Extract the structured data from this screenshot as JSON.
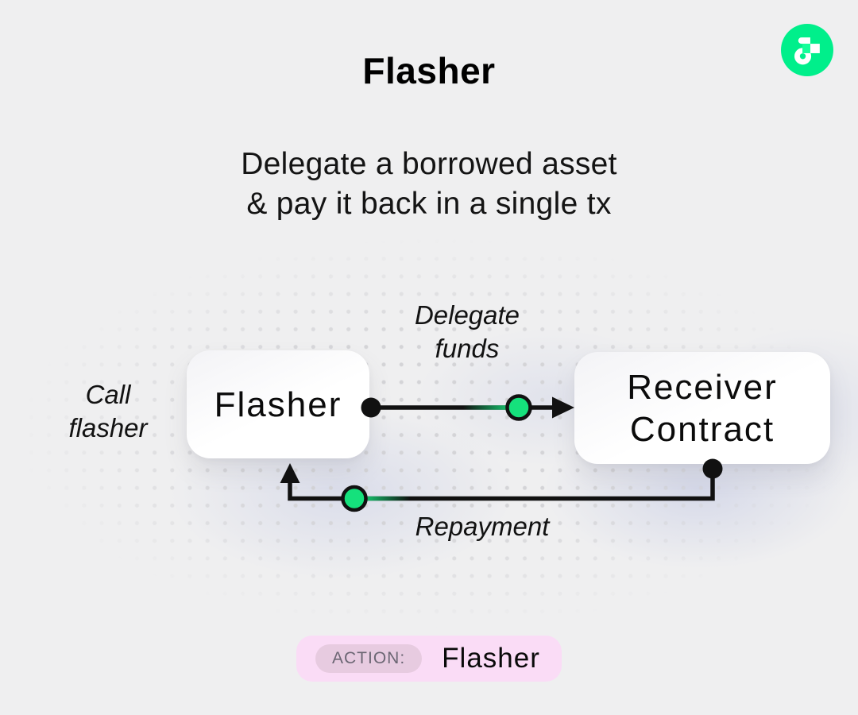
{
  "colors": {
    "background": "#efeff0",
    "token_green": "#15e17c",
    "flow_logo_green": "#00ef8b",
    "flow_logo_notch_green": "#16ff99",
    "line_black": "#111111",
    "badge_pink": "#fadcf6",
    "badge_pill_mauve": "#e7cbe0"
  },
  "header": {
    "title": "Flasher",
    "logo_icon": "flow-logo-icon"
  },
  "subtitle": {
    "line1": "Delegate a borrowed asset",
    "line2": "& pay it back in a single tx"
  },
  "diagram": {
    "call_label": {
      "line1": "Call",
      "line2": "flasher"
    },
    "flasher_node": {
      "label": "Flasher"
    },
    "receiver_node": {
      "line1": "Receiver",
      "line2": "Contract"
    },
    "delegate_edge": {
      "line1": "Delegate",
      "line2": "funds"
    },
    "repayment_edge": {
      "label": "Repayment"
    }
  },
  "footer": {
    "action_label": "ACTION:",
    "action_value": "Flasher"
  }
}
